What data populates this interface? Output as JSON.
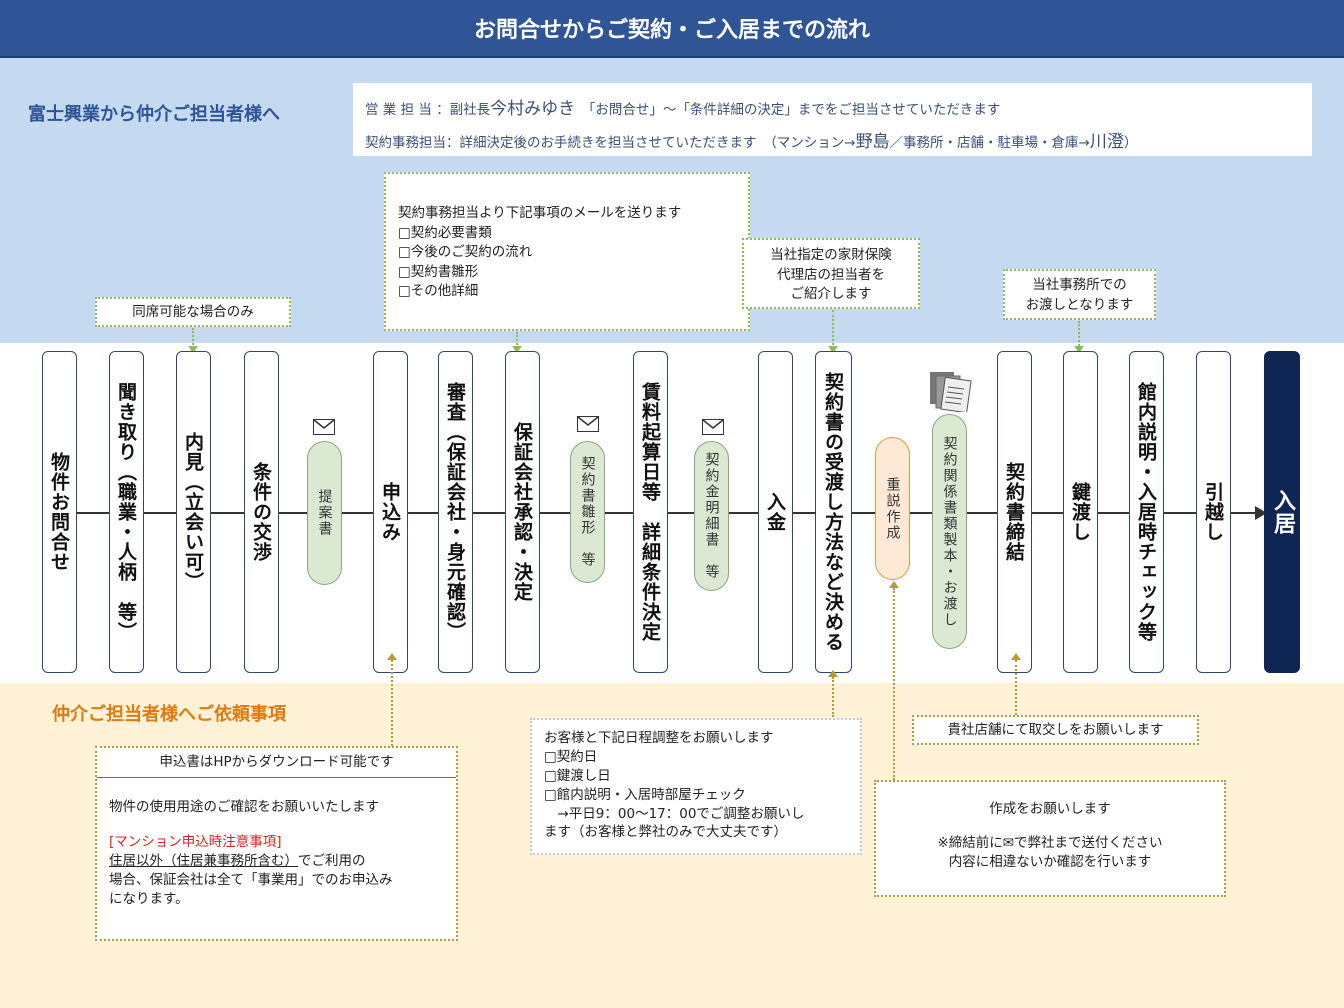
{
  "title": "お問合せからご契約・ご入居までの流れ",
  "top_section": {
    "heading": "富士興業から仲介ご担当者様へ",
    "staff": {
      "line1_role": "営 業 担 当 ：副社長",
      "line1_name": "今村みゆき",
      "line1_desc": "　「お問合せ」～「条件詳細の決定」までをご担当させていただきます",
      "line2_role": "契約事務担当：詳細決定後のお手続きを担当させていただきます　（マンション→",
      "line2_name1": "野島",
      "line2_mid": "／事務所・店舗・駐車場・倉庫→",
      "line2_name2": "川澄",
      "line2_end": "）"
    },
    "notes": {
      "attend": "同席可能な場合のみ",
      "mail_title": "契約事務担当より下記事項のメールを送ります",
      "mail_items": [
        "□契約必要書類",
        "□今後のご契約の流れ",
        "□契約書雛形",
        "□その他詳細"
      ],
      "insurance": [
        "当社指定の家財保険",
        "代理店の担当者を",
        "ご紹介します"
      ],
      "office": [
        "当社事務所での",
        "お渡しとなります"
      ]
    }
  },
  "steps": [
    "物件お問合せ",
    "聞き取り（職業・人柄　等）",
    "内見（立会い可）",
    "条件の交渉",
    "申込み",
    "審査（保証会社・身元確認）",
    "保証会社承認・決定",
    "賃料起算日等　詳細条件決定",
    "入金",
    "契約書の受渡し方法など決める",
    "契約書締結",
    "鍵渡し",
    "館内説明・入居時チェック等",
    "引越し",
    "入居"
  ],
  "documents": {
    "proposal": "提案書",
    "contract_template": "契約書雛形　等",
    "payment_detail": "契約金明細書　等",
    "important_explanation": "重説作成",
    "contract_docs": "契約関係書類製本・お渡し"
  },
  "bottom_section": {
    "heading": "仲介ご担当者様へご依頼事項",
    "application_box": {
      "header": "申込書はHPからダウンロード可能です",
      "line1": "物件の使用用途のご確認をお願いいたします",
      "warning_title": "[マンション申込時注意事項]",
      "warning_ul": "住居以外（住居兼事務所含む）",
      "warning_rest1": "でご利用の",
      "warning_rest2": "場合、保証会社は全て「事業用」でのお申込み",
      "warning_rest3": "になります。"
    },
    "schedule_box": {
      "intro": "お客様と下記日程調整をお願いします",
      "items": [
        "□契約日",
        "□鍵渡し日",
        "□館内説明・入居時部屋チェック"
      ],
      "time1": "　→平日9：00～17：00でご調整お願いし",
      "time2": "ます（お客様と弊社のみで大丈夫です）"
    },
    "exchange_note": "貴社店舗にて取交しをお願いします",
    "explanation_box": {
      "line1": "作成をお願いします",
      "line2": "※締結前に✉で弊社まで送付ください",
      "line3": "内容に相違ないか確認を行います"
    }
  },
  "colors": {
    "header_bg": "#2f5597",
    "top_band": "#c5d9f0",
    "bottom_band": "#fff2d7",
    "final_step": "#0f2554",
    "doc_green": "#dbe9d3",
    "doc_orange": "#fde9d6",
    "accent_orange": "#e07a10",
    "warning_red": "#e02020"
  },
  "icons": [
    "envelope-icon",
    "documents-icon",
    "arrow-icon"
  ]
}
